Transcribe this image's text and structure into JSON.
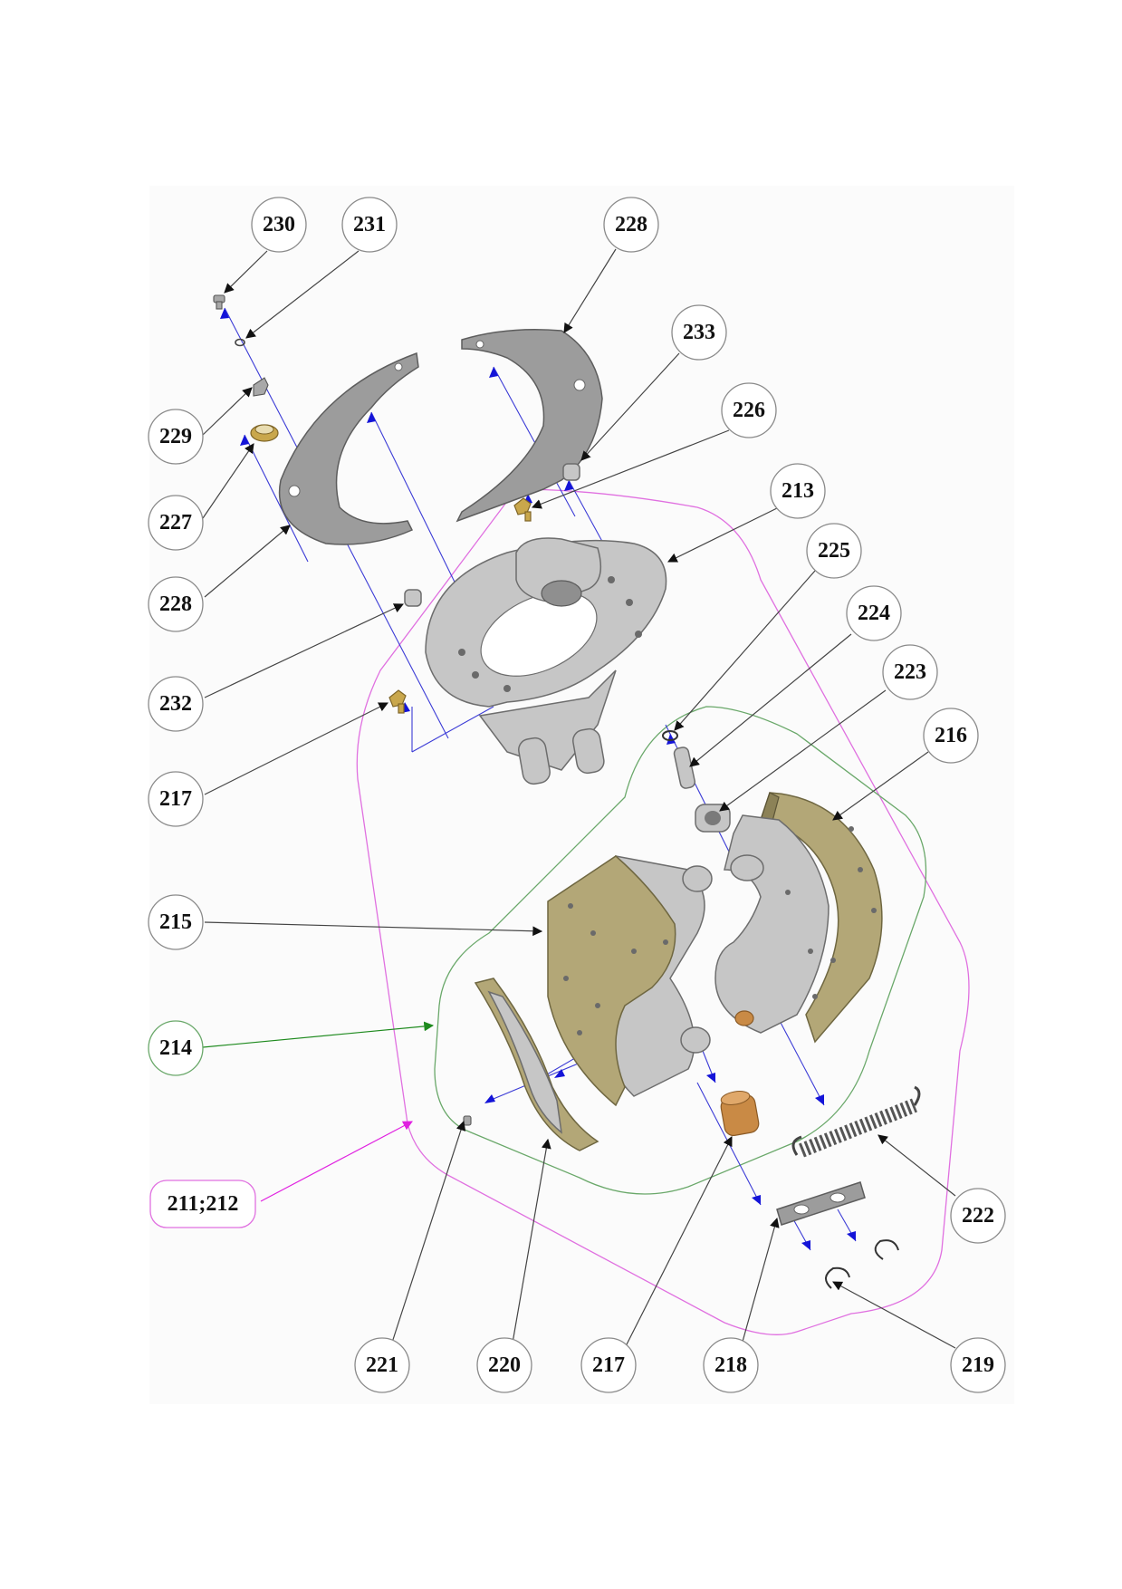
{
  "callouts": [
    {
      "id": "c230",
      "label": "230"
    },
    {
      "id": "c231",
      "label": "231"
    },
    {
      "id": "c228a",
      "label": "228"
    },
    {
      "id": "c233",
      "label": "233"
    },
    {
      "id": "c226",
      "label": "226"
    },
    {
      "id": "c229",
      "label": "229"
    },
    {
      "id": "c213",
      "label": "213"
    },
    {
      "id": "c227",
      "label": "227"
    },
    {
      "id": "c225",
      "label": "225"
    },
    {
      "id": "c228b",
      "label": "228"
    },
    {
      "id": "c224",
      "label": "224"
    },
    {
      "id": "c223",
      "label": "223"
    },
    {
      "id": "c232",
      "label": "232"
    },
    {
      "id": "c216",
      "label": "216"
    },
    {
      "id": "c217a",
      "label": "217"
    },
    {
      "id": "c215",
      "label": "215"
    },
    {
      "id": "c214",
      "label": "214"
    },
    {
      "id": "c211",
      "label": "211;212"
    },
    {
      "id": "c222",
      "label": "222"
    },
    {
      "id": "c221",
      "label": "221"
    },
    {
      "id": "c220",
      "label": "220"
    },
    {
      "id": "c217b",
      "label": "217"
    },
    {
      "id": "c218",
      "label": "218"
    },
    {
      "id": "c219",
      "label": "219"
    }
  ],
  "colors": {
    "background": "#fbfbfb",
    "group_211_212": "#e070e0",
    "group_214": "#6aa86a",
    "assembly_axis": "#1414d8",
    "lining": "#b3a777",
    "bushing": "#c98a45"
  }
}
